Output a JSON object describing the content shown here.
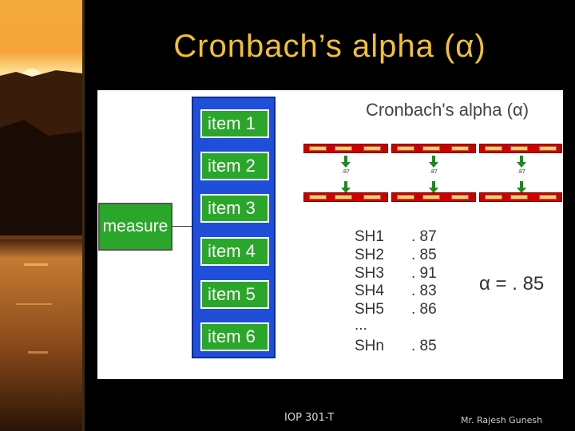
{
  "slide": {
    "title": "Cronbach’s alpha (α)",
    "footer_course": "IOP 301-T",
    "footer_author": "Mr. Rajesh Gunesh"
  },
  "figure": {
    "heading": "Cronbach's alpha (α)",
    "measure_label": "measure",
    "items": [
      "item 1",
      "item 2",
      "item 3",
      "item 4",
      "item 5",
      "item 6"
    ],
    "split_half_value": ".87",
    "split_halves": [
      {
        "label": "SH1",
        "value": ". 87"
      },
      {
        "label": "SH2",
        "value": ". 85"
      },
      {
        "label": "SH3",
        "value": ". 91"
      },
      {
        "label": "SH4",
        "value": ". 83"
      },
      {
        "label": "SH5",
        "value": ". 86"
      },
      {
        "label": "...",
        "value": ""
      },
      {
        "label": "SHn",
        "value": ". 85"
      }
    ],
    "alpha_result": "α = . 85"
  }
}
